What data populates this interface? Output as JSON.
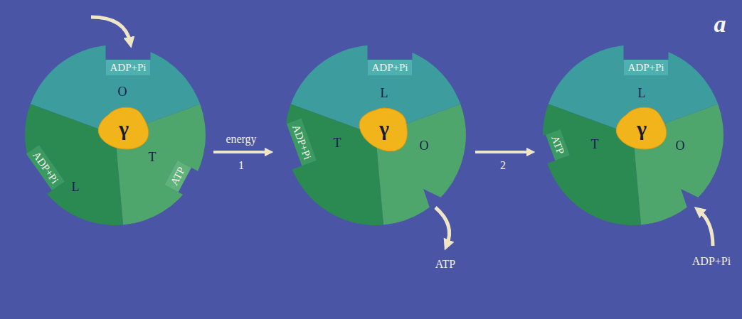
{
  "diagram": {
    "nodes": [
      {
        "text": [
          "O",
          "ADP+Pi"
        ]
      },
      {
        "text": [
          "L",
          "ADP+Pi"
        ]
      },
      {
        "text": [
          "T",
          "ATP"
        ]
      },
      {
        "text": [
          "γ"
        ]
      },
      {
        "text": [
          "L",
          "ADP+Pi"
        ]
      },
      {
        "text": [
          "T",
          "ADP+Pi"
        ]
      },
      {
        "text": [
          "O"
        ]
      },
      {
        "text": [
          "γ"
        ]
      },
      {
        "text": [
          "L",
          "ADP+Pi"
        ]
      },
      {
        "text": [
          "T",
          "ATP"
        ]
      },
      {
        "text": [
          "O"
        ]
      },
      {
        "text": [
          "γ"
        ]
      }
    ],
    "labels": [
      "a",
      "energy",
      "1",
      "2",
      "ATP",
      "ADP+Pi"
    ]
  }
}
